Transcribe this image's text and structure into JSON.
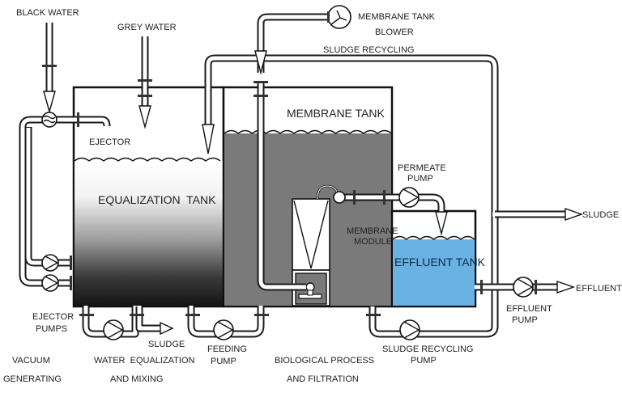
{
  "diagram": {
    "title": "Membrane bioreactor wastewater treatment process",
    "colors": {
      "membrane_tank_liquid": "#7a7a7a",
      "effluent_tank_liquid": "#6ab2e4",
      "equalization_gradient_top": "#ffffff",
      "equalization_gradient_bottom": "#1a1a1a",
      "line": "#111111"
    },
    "inflows": {
      "black_water": "BLACK WATER",
      "grey_water": "GREY WATER"
    },
    "equipment": {
      "ejector": "EJECTOR",
      "ejector_pumps": [
        "EJECTOR",
        "PUMPS"
      ],
      "membrane_tank_blower": [
        "MEMBRANE TANK",
        "BLOWER"
      ],
      "permeate_pump": [
        "PERMEATE",
        "PUMP"
      ],
      "membrane_module": [
        "MEMBRANE",
        "MODULE"
      ],
      "feeding_pump": [
        "FEEDING",
        "PUMP"
      ],
      "sludge_recycling_pump": [
        "SLUDGE RECYCLING",
        "PUMP"
      ],
      "effluent_pump": [
        "EFFLUENT",
        "PUMP"
      ]
    },
    "tanks": {
      "equalization": "EQUALIZATION  TANK",
      "membrane": "MEMBRANE TANK",
      "effluent": "EFFLUENT TANK"
    },
    "flows": {
      "sludge_recycling": "SLUDGE RECYCLING",
      "sludge_out_right": "SLUDGE",
      "sludge_out_bottom": "SLUDGE",
      "effluent": "EFFLUENT"
    },
    "stages": [
      {
        "line1": "VACUUM",
        "line2": "GENERATING"
      },
      {
        "line1": "WATER  EQUALIZATION",
        "line2": "AND MIXING"
      },
      {
        "line1": "BIOLOGICAL PROCESS",
        "line2": "AND FILTRATION"
      }
    ]
  }
}
